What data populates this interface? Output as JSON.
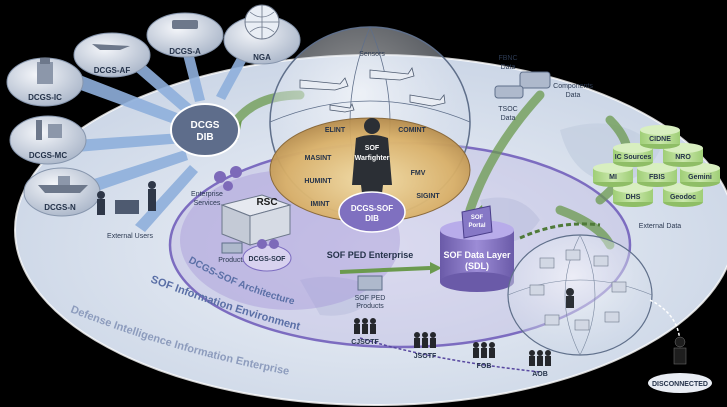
{
  "source_nodes": [
    {
      "id": "dcgs-ic",
      "label": "DCGS-IC"
    },
    {
      "id": "dcgs-af",
      "label": "DCGS-AF"
    },
    {
      "id": "dcgs-a",
      "label": "DCGS-A"
    },
    {
      "id": "nga",
      "label": "NGA"
    },
    {
      "id": "dcgs-mc",
      "label": "DCGS-MC"
    },
    {
      "id": "dcgs-n",
      "label": "DCGS-N"
    }
  ],
  "dcgs_dib": {
    "line1": "DCGS",
    "line2": "DIB"
  },
  "external_users": "External Users",
  "sensors": "Sensors",
  "dome_labels": {
    "elint": "ELINT",
    "comint": "COMINT",
    "masint": "MASINT",
    "humint": "HUMINT",
    "fmv": "FMV",
    "imint": "IMINT",
    "sigint": "SIGINT",
    "warfighter_line1": "SOF",
    "warfighter_line2": "Warfighter"
  },
  "dcgs_sof_dib": {
    "line1": "DCGS-SOF",
    "line2": "DIB"
  },
  "fbnc": {
    "line1": "FBNC",
    "line2": "Data"
  },
  "tsoc": {
    "line1": "TSOC",
    "line2": "Data"
  },
  "components": {
    "line1": "Components",
    "line2": "Data"
  },
  "external_data": {
    "nodes": [
      "CIDNE",
      "IC Sources",
      "NRO",
      "MI",
      "FBIS",
      "Gemini",
      "DHS",
      "Geodoc"
    ],
    "label": "External Data"
  },
  "enterprise_services": {
    "line1": "Enterprise",
    "line2": "Services"
  },
  "rsc": "RSC",
  "products": "Products",
  "dcgs_sof": "DCGS-SOF",
  "sof_ped_enterprise": "SOF PED Enterprise",
  "sof_ped_products": {
    "line1": "SOF PED",
    "line2": "Products"
  },
  "sof_portal": {
    "line1": "SOF",
    "line2": "Portal"
  },
  "sdl": {
    "line1": "SOF Data Layer",
    "line2": "(SDL)"
  },
  "architecture": "DCGS-SOF Architecture",
  "info_env": "SOF Information Environment",
  "defense_enterprise": "Defense Intelligence Information Enterprise",
  "edge_nodes": [
    "CJSOTF",
    "JSOTF",
    "FOB",
    "AOB"
  ],
  "disconnected": "DISCONNECTED",
  "colors": {
    "background": "#000000",
    "outer_ellipse": "#dfe6f1",
    "arrow_blue": "#8fb0dc",
    "dome_fill": "#e9c98a",
    "purple": "#8f80c8",
    "green_arrow": "#6b9a4e",
    "external_data": "#b9dc93",
    "dib_node": "#5e6d8b"
  }
}
